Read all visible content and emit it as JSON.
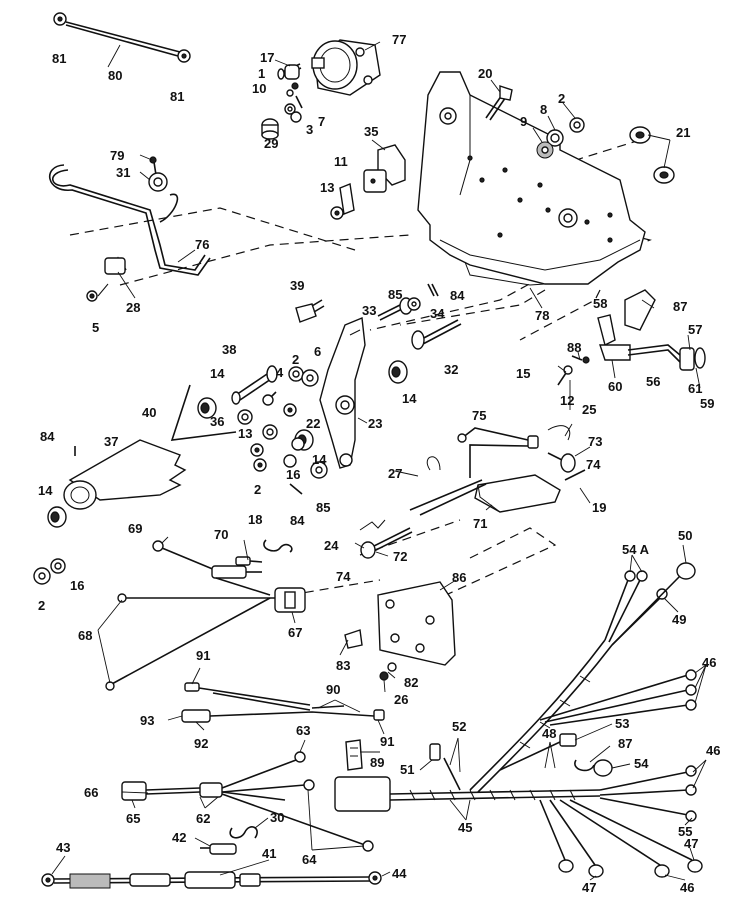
{
  "labels": {
    "l81a": "81",
    "l80": "80",
    "l81b": "81",
    "l77": "77",
    "l17": "17",
    "l1": "1",
    "l10": "10",
    "l7": "7",
    "l3": "3",
    "l29": "29",
    "l20": "20",
    "l8": "8",
    "l2a": "2",
    "l9": "9",
    "l21": "21",
    "l79": "79",
    "l31": "31",
    "l35": "35",
    "l11": "11",
    "l13a": "13",
    "l76": "76",
    "l28": "28",
    "l5": "5",
    "l39": "39",
    "l85a": "85",
    "l84a": "84",
    "l33": "33",
    "l34": "34",
    "l78": "78",
    "l58": "58",
    "l87a": "87",
    "l57": "57",
    "l38": "38",
    "l2b": "2",
    "l6": "6",
    "l4": "4",
    "l32": "32",
    "l88": "88",
    "l14a": "14",
    "l14b": "14",
    "l15": "15",
    "l12": "12",
    "l60": "60",
    "l56": "56",
    "l61": "61",
    "l59": "59",
    "l40": "40",
    "l36": "36",
    "l13b": "13",
    "l22": "22",
    "l23": "23",
    "l25": "25",
    "l75": "75",
    "l73": "73",
    "l74a": "74",
    "l84b": "84",
    "l37": "37",
    "l16a": "16",
    "l14c": "14",
    "l2c": "2",
    "l84c": "84",
    "l85b": "85",
    "l27": "27",
    "l19": "19",
    "l71": "71",
    "l14d": "14",
    "l18": "18",
    "l69": "69",
    "l70": "70",
    "l24": "24",
    "l72": "72",
    "l74b": "74",
    "l54A": "54 A",
    "l50": "50",
    "l16b": "16",
    "l2d": "2",
    "l86": "86",
    "l49": "49",
    "l67": "67",
    "l68": "68",
    "l83": "83",
    "l46a": "46",
    "l91a": "91",
    "l82": "82",
    "l26": "26",
    "l90": "90",
    "l93": "93",
    "l92": "92",
    "l91b": "91",
    "l63": "63",
    "l52": "52",
    "l53": "53",
    "l48": "48",
    "l87b": "87",
    "l89": "89",
    "l51": "51",
    "l54": "54",
    "l46b": "46",
    "l66": "66",
    "l65": "65",
    "l62": "62",
    "l30": "30",
    "l45": "45",
    "l55": "55",
    "l42": "42",
    "l64": "64",
    "l47a": "47",
    "l43": "43",
    "l41": "41",
    "l44": "44",
    "l47b": "47",
    "l46c": "46"
  }
}
